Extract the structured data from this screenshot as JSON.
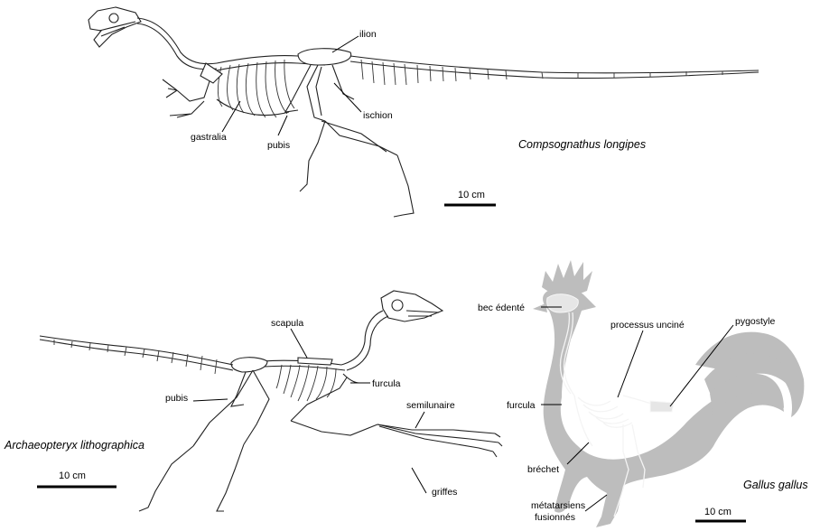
{
  "compsognathus": {
    "species": "Compsognathus longipes",
    "labels": {
      "ilion": "ilion",
      "ischion": "ischion",
      "gastralia": "gastralia",
      "pubis": "pubis"
    },
    "scale": "10 cm"
  },
  "archaeopteryx": {
    "species": "Archaeopteryx lithographica",
    "labels": {
      "scapula": "scapula",
      "furcula": "furcula",
      "pubis": "pubis",
      "semilunaire": "semilunaire",
      "griffes": "griffes"
    },
    "scale": "10 cm"
  },
  "gallus": {
    "species": "Gallus gallus",
    "labels": {
      "bec": "bec édenté",
      "processus": "processus unciné",
      "pygostyle": "pygostyle",
      "furcula": "furcula",
      "brechet": "bréchet",
      "metatarsiens_1": "métatarsiens",
      "metatarsiens_2": "fusionnés"
    },
    "scale": "10 cm"
  },
  "colors": {
    "silhouette": "#bdbdbd",
    "bone_outline": "#222222",
    "background": "#ffffff"
  }
}
